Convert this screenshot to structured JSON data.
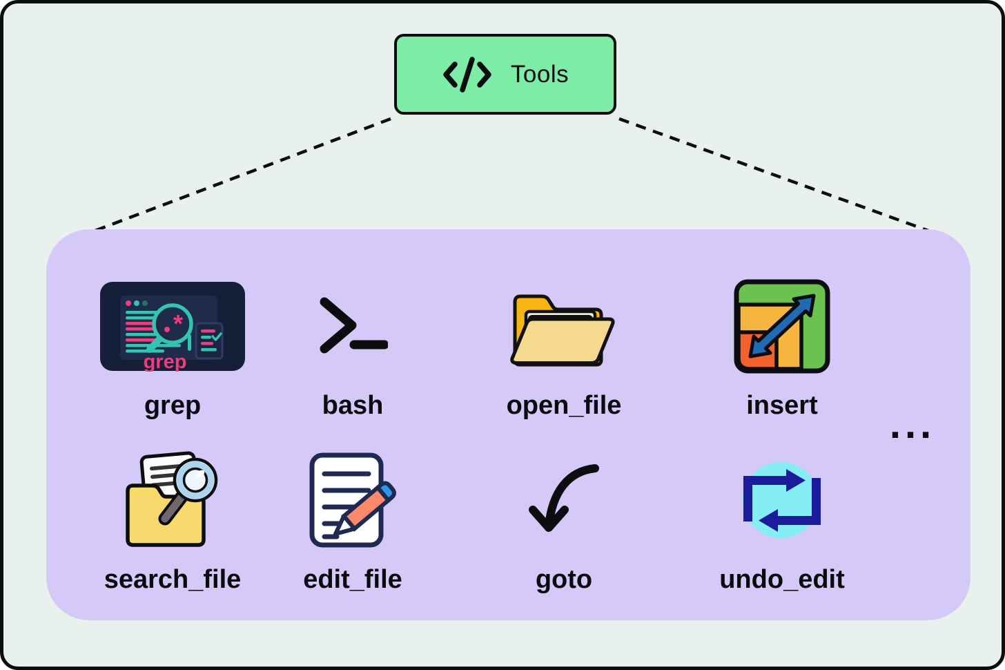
{
  "diagram": {
    "title": "Tools"
  },
  "header": {
    "label": "Tools",
    "icon": "code-icon"
  },
  "panel": {
    "more_indicator": "...",
    "tools": [
      {
        "id": "grep",
        "label": "grep",
        "icon": "grep-terminal-icon",
        "icon_text": "grep"
      },
      {
        "id": "bash",
        "label": "bash",
        "icon": "terminal-prompt-icon"
      },
      {
        "id": "open_file",
        "label": "open_file",
        "icon": "open-folder-icon"
      },
      {
        "id": "insert",
        "label": "insert",
        "icon": "expand-arrows-icon"
      },
      {
        "id": "search_file",
        "label": "search_file",
        "icon": "folder-magnifier-icon"
      },
      {
        "id": "edit_file",
        "label": "edit_file",
        "icon": "document-pencil-icon"
      },
      {
        "id": "goto",
        "label": "goto",
        "icon": "curved-arrow-icon"
      },
      {
        "id": "undo_edit",
        "label": "undo_edit",
        "icon": "loop-arrows-icon"
      }
    ]
  },
  "colors": {
    "background_mint": "#e9f1ed",
    "outline_black": "#0c0d10",
    "tools_box_green": "#7ceca6",
    "panel_purple": "#d5c9f7",
    "grep_navy": "#161f38",
    "grep_pink": "#ee3d7c",
    "grep_teal": "#35c3b0",
    "folder_gold": "#f6b513",
    "folder_flap_tan": "#f4d98e",
    "insert_green": "#6cc24f",
    "insert_yellow": "#f6b53e",
    "insert_orange": "#f2622d",
    "arrow_blue": "#1f6cb4",
    "search_folder_yellow": "#f8d96d",
    "lens_blue": "#aed3ee",
    "pencil_salmon": "#fb8a6d",
    "pencil_cap_blue": "#2e96e6",
    "doc_outline_navy": "#1e2a52",
    "undo_cyan": "#85eef4",
    "undo_blue": "#1b1b9b"
  }
}
